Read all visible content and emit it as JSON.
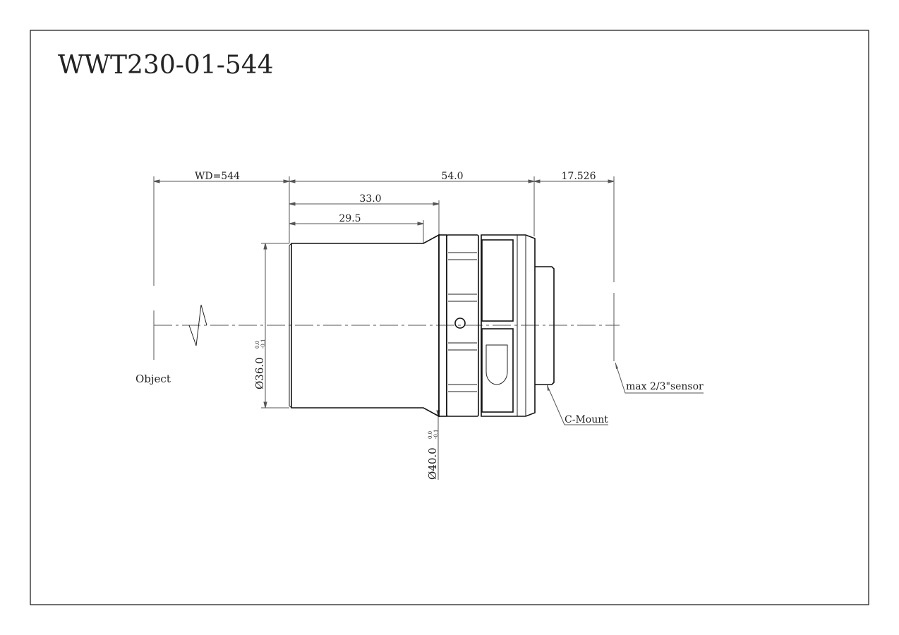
{
  "title": "WWT230-01-544",
  "dimensions": {
    "working_distance": "WD=544",
    "overall_length": "54.0",
    "flange_to_sensor": "17.526",
    "length_to_ring": "33.0",
    "barrel_length": "29.5",
    "barrel_diameter": "Ø36.0",
    "barrel_diameter_tol_upper": "0.0",
    "barrel_diameter_tol_lower": "-0.1",
    "body_diameter": "Ø40.0",
    "body_diameter_tol_upper": "0.0",
    "body_diameter_tol_lower": "-0.1"
  },
  "labels": {
    "object": "Object",
    "sensor": "max 2/3\"sensor",
    "mount": "C-Mount"
  }
}
